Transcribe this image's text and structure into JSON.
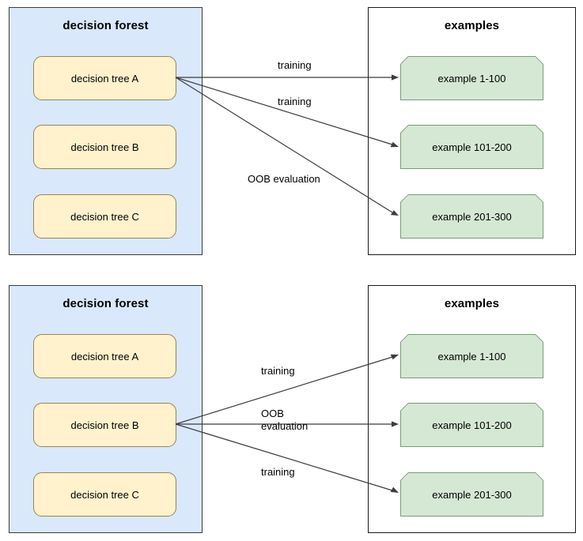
{
  "colors": {
    "forest_panel_bg": "#DAE8FC",
    "forest_panel_border": "#3A3A3A",
    "tree_box_bg": "#FFF2CC",
    "tree_box_border": "#9A8552",
    "examples_panel_bg": "#FFFFFF",
    "examples_panel_border": "#1A1A1A",
    "example_box_bg": "#D5E8D4",
    "example_box_border": "#7A9A78",
    "arrow": "#3C3C3C",
    "page_bg": "#FFFFFF"
  },
  "diagrams": [
    {
      "forest": {
        "title": "decision forest",
        "trees": [
          {
            "label": "decision tree A"
          },
          {
            "label": "decision tree B"
          },
          {
            "label": "decision tree C"
          }
        ],
        "active_tree_index": 0
      },
      "examples": {
        "title": "examples",
        "items": [
          {
            "label": "example 1-100"
          },
          {
            "label": "example 101-200"
          },
          {
            "label": "example 201-300"
          }
        ]
      },
      "edges": [
        {
          "from": "decision tree A",
          "to": "example 1-100",
          "label": "training"
        },
        {
          "from": "decision tree A",
          "to": "example 101-200",
          "label": "training"
        },
        {
          "from": "decision tree A",
          "to": "example 201-300",
          "label": "OOB evaluation"
        }
      ]
    },
    {
      "forest": {
        "title": "decision forest",
        "trees": [
          {
            "label": "decision tree A"
          },
          {
            "label": "decision tree B"
          },
          {
            "label": "decision tree C"
          }
        ],
        "active_tree_index": 1
      },
      "examples": {
        "title": "examples",
        "items": [
          {
            "label": "example 1-100"
          },
          {
            "label": "example 101-200"
          },
          {
            "label": "example 201-300"
          }
        ]
      },
      "edges": [
        {
          "from": "decision tree B",
          "to": "example 1-100",
          "label": "training"
        },
        {
          "from": "decision tree B",
          "to": "example 101-200",
          "label": "OOB\nevaluation"
        },
        {
          "from": "decision tree B",
          "to": "example 201-300",
          "label": "training"
        }
      ]
    }
  ]
}
